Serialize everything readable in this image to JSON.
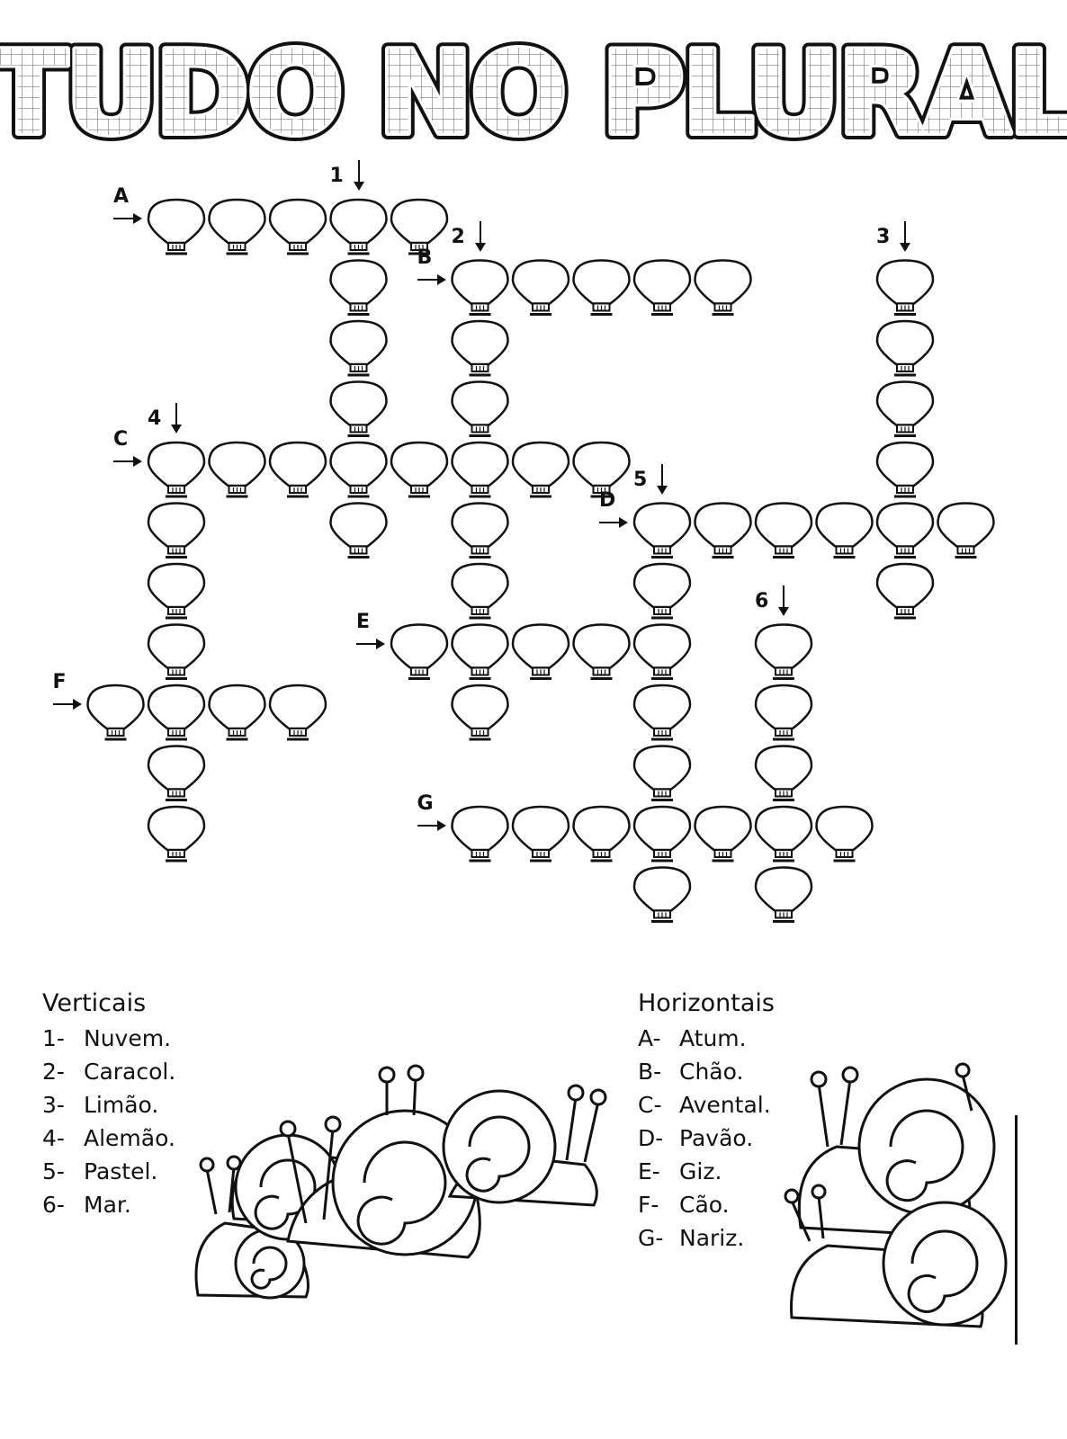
{
  "title": "TUDO NO PLURAL",
  "crossword": {
    "across": [
      {
        "label": "A",
        "row": 0,
        "col": 0,
        "length": 5
      },
      {
        "label": "B",
        "row": 1,
        "col": 5,
        "length": 5
      },
      {
        "label": "C",
        "row": 4,
        "col": 0,
        "length": 8
      },
      {
        "label": "D",
        "row": 5,
        "col": 8,
        "length": 6
      },
      {
        "label": "E",
        "row": 7,
        "col": 4,
        "length": 5
      },
      {
        "label": "F",
        "row": 8,
        "col": -1,
        "length": 4
      },
      {
        "label": "G",
        "row": 10,
        "col": 5,
        "length": 7
      }
    ],
    "down": [
      {
        "label": "1",
        "row": 0,
        "col": 3,
        "length": 6
      },
      {
        "label": "2",
        "row": 1,
        "col": 5,
        "length": 8
      },
      {
        "label": "3",
        "row": 1,
        "col": 12,
        "length": 6
      },
      {
        "label": "4",
        "row": 4,
        "col": 0,
        "length": 7
      },
      {
        "label": "5",
        "row": 5,
        "col": 8,
        "length": 7
      },
      {
        "label": "6",
        "row": 7,
        "col": 10,
        "length": 5
      }
    ]
  },
  "verticais": {
    "heading": "Verticais",
    "items": [
      {
        "num": "1-",
        "word": "Nuvem."
      },
      {
        "num": "2-",
        "word": "Caracol."
      },
      {
        "num": "3-",
        "word": "Limão."
      },
      {
        "num": "4-",
        "word": "Alemão."
      },
      {
        "num": "5-",
        "word": "Pastel."
      },
      {
        "num": "6-",
        "word": "Mar."
      }
    ]
  },
  "horizontais": {
    "heading": "Horizontais",
    "items": [
      {
        "num": "A-",
        "word": "Atum."
      },
      {
        "num": "B-",
        "word": "Chão."
      },
      {
        "num": "C-",
        "word": "Avental."
      },
      {
        "num": "D-",
        "word": "Pavão."
      },
      {
        "num": "E-",
        "word": "Giz."
      },
      {
        "num": "F-",
        "word": "Cão."
      },
      {
        "num": "G-",
        "word": "Nariz."
      }
    ]
  }
}
